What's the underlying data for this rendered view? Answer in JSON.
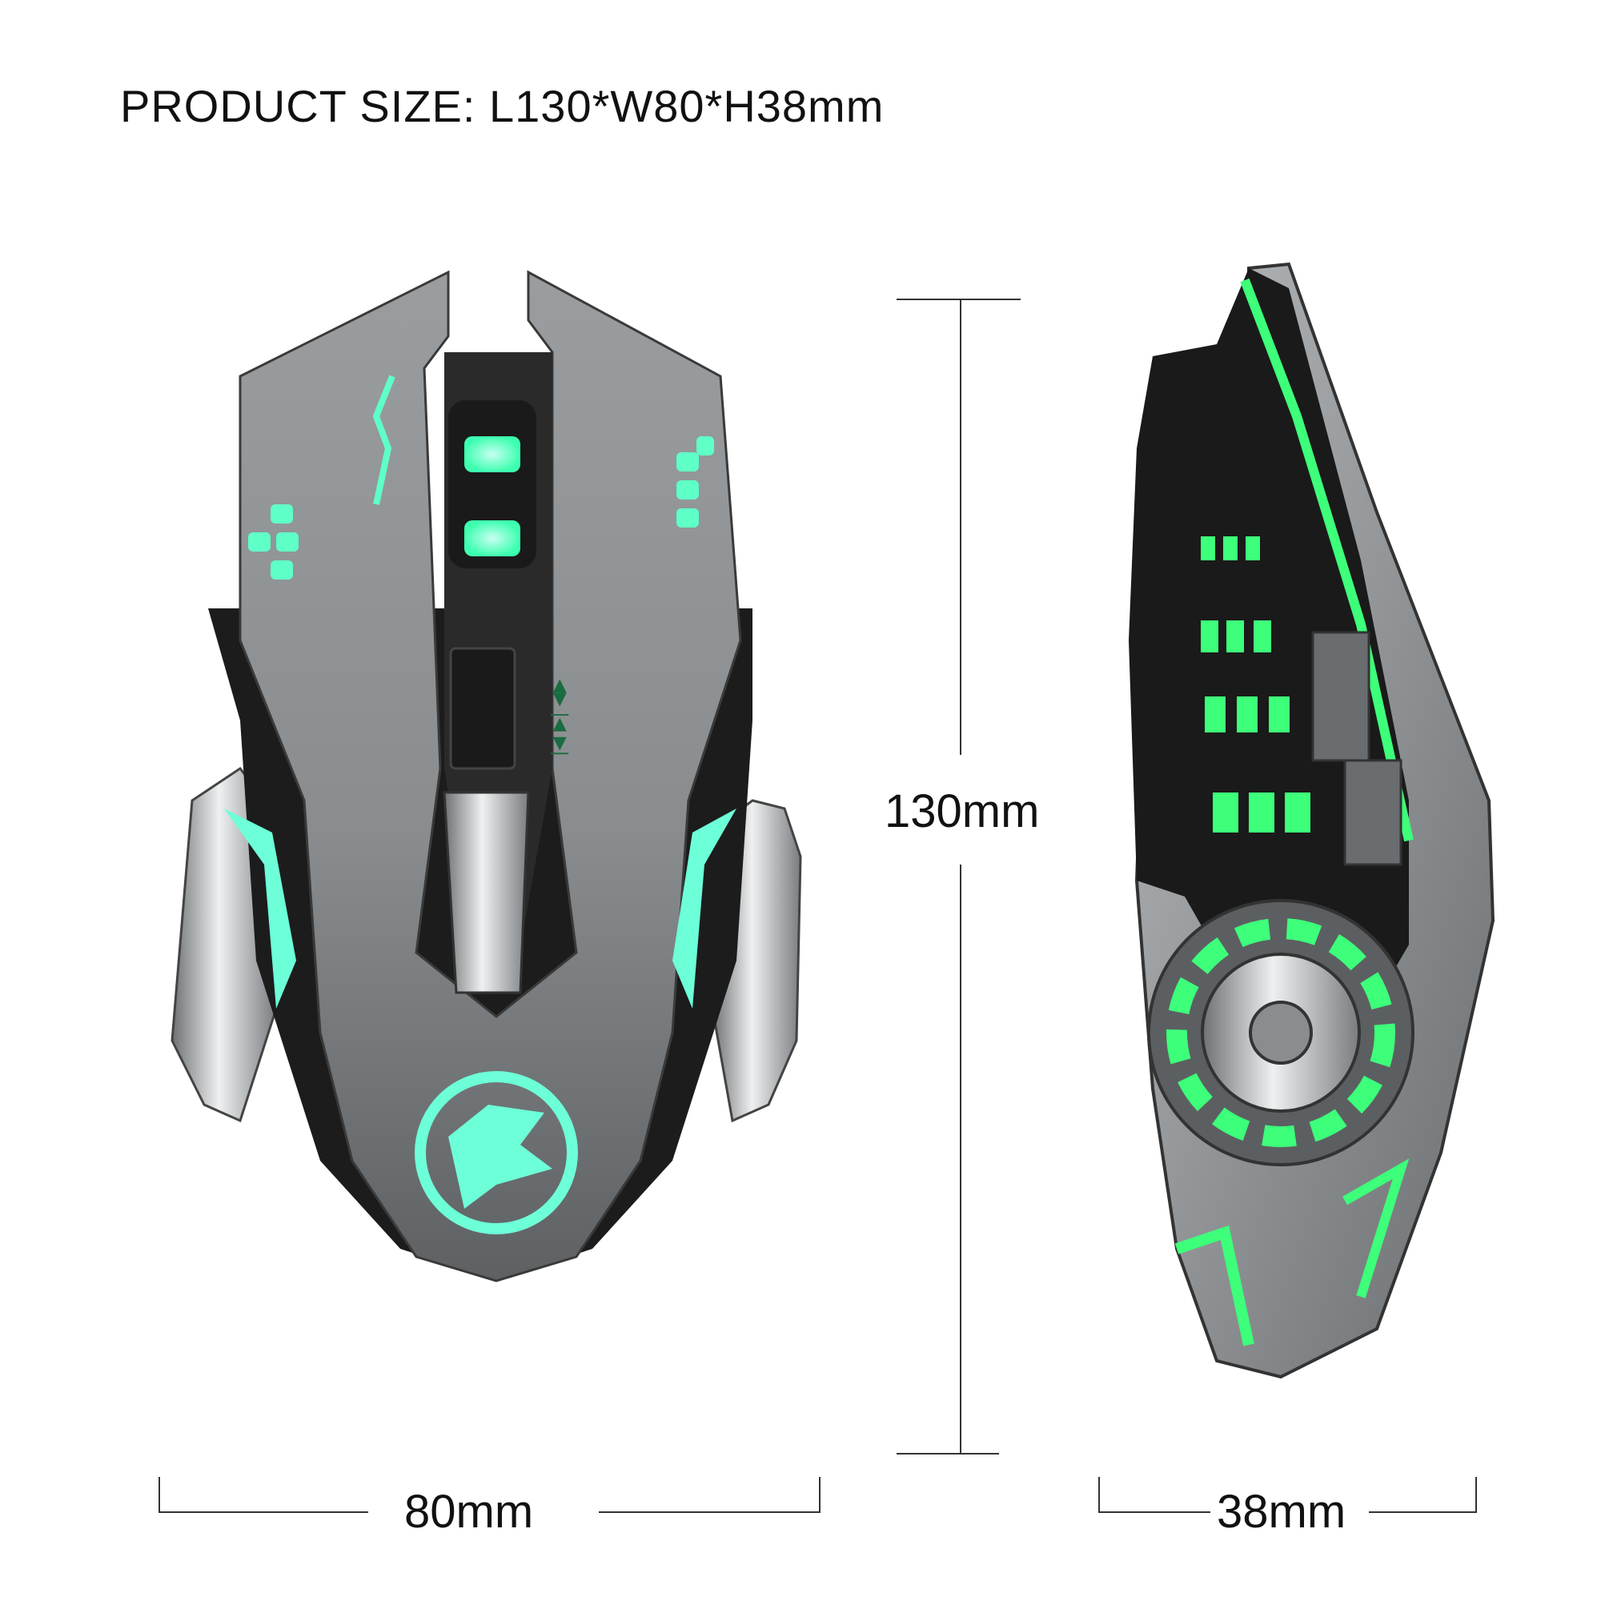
{
  "title": "PRODUCT SIZE: L130*W80*H38mm",
  "dimensions": {
    "length": "130mm",
    "width": "80mm",
    "height": "38mm"
  },
  "colors": {
    "shell": "#8f9294",
    "dark": "#1c1c1c",
    "glow": "#3dff7a",
    "glow_cyan": "#7fffe0",
    "chrome": "#cfd2d4"
  }
}
